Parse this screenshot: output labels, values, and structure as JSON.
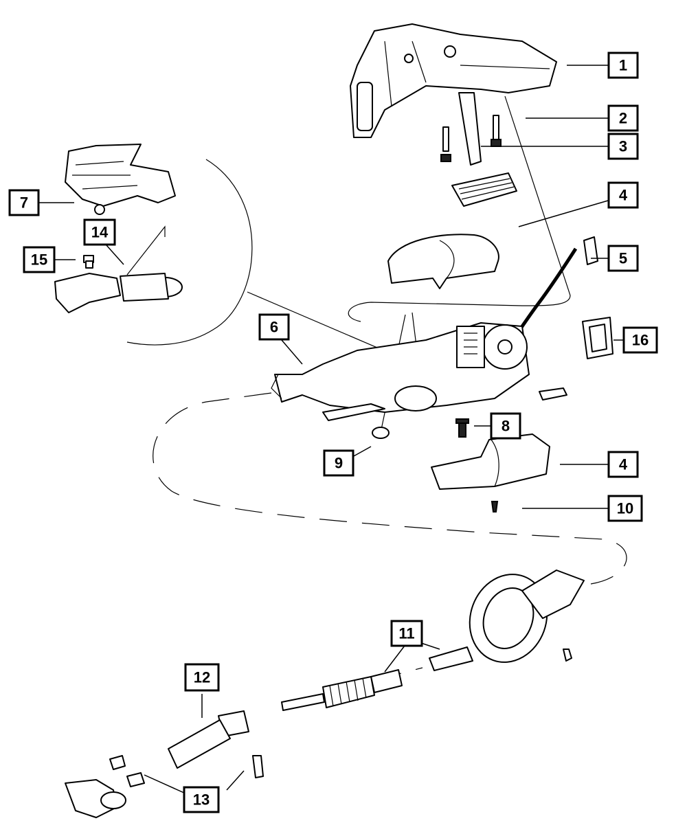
{
  "callouts": [
    {
      "id": "c1",
      "label": "1"
    },
    {
      "id": "c2",
      "label": "2"
    },
    {
      "id": "c3",
      "label": "3"
    },
    {
      "id": "c4a",
      "label": "4"
    },
    {
      "id": "c5",
      "label": "5"
    },
    {
      "id": "c6",
      "label": "6"
    },
    {
      "id": "c7",
      "label": "7"
    },
    {
      "id": "c8",
      "label": "8"
    },
    {
      "id": "c9",
      "label": "9"
    },
    {
      "id": "c4b",
      "label": "4"
    },
    {
      "id": "c10",
      "label": "10"
    },
    {
      "id": "c11",
      "label": "11"
    },
    {
      "id": "c12",
      "label": "12"
    },
    {
      "id": "c13",
      "label": "13"
    },
    {
      "id": "c14",
      "label": "14"
    },
    {
      "id": "c15",
      "label": "15"
    },
    {
      "id": "c16",
      "label": "16"
    }
  ]
}
